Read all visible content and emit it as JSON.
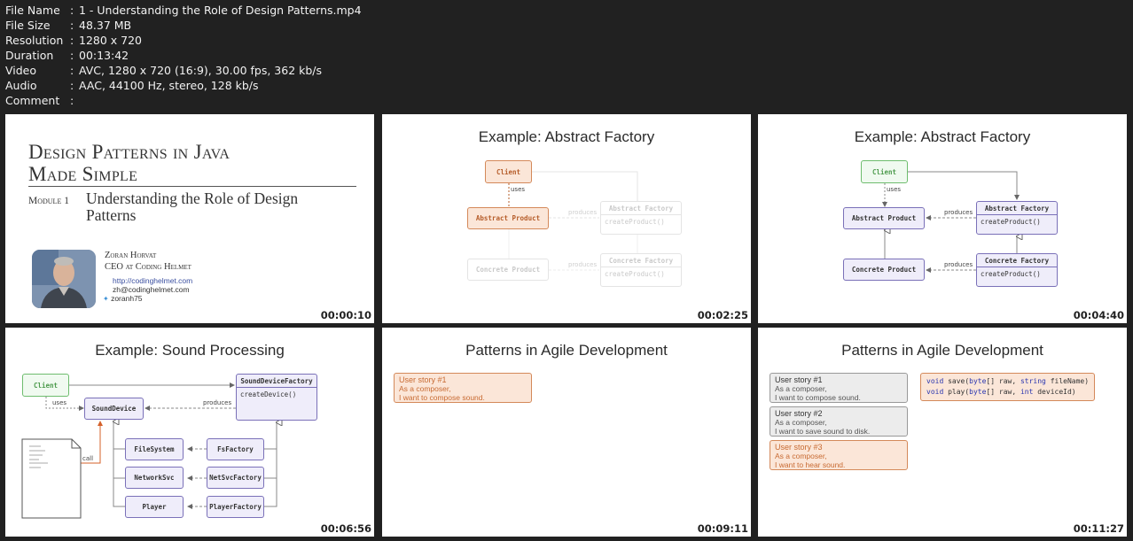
{
  "meta": [
    {
      "key": "File Name",
      "value": "1 - Understanding the Role of Design Patterns.mp4"
    },
    {
      "key": "File Size",
      "value": "48.37 MB"
    },
    {
      "key": "Resolution",
      "value": "1280 x 720"
    },
    {
      "key": "Duration",
      "value": "00:13:42"
    },
    {
      "key": "Video",
      "value": "AVC, 1280 x 720 (16:9), 30.00 fps, 362 kb/s"
    },
    {
      "key": "Audio",
      "value": "AAC, 44100 Hz, stereo, 128 kb/s"
    },
    {
      "key": "Comment",
      "value": ""
    }
  ],
  "meta_sep": ":",
  "thumbs": [
    {
      "timestamp": "00:00:10",
      "course_title_1": "Design Patterns in Java",
      "course_title_2": "Made Simple",
      "module_label": "Module 1",
      "module_title": "Understanding the Role of Design Patterns",
      "author_name": "Zoran Horvat",
      "author_role": "CEO at Coding Helmet",
      "website": "http://codinghelmet.com",
      "email": "zh@codinghelmet.com",
      "twitter": "zoranh75"
    },
    {
      "timestamp": "00:02:25",
      "title": "Example: Abstract Factory",
      "client": "Client",
      "uses": "uses",
      "abstract_product": "Abstract Product",
      "abstract_factory": "Abstract Factory",
      "create_product": "createProduct()",
      "produces": "produces",
      "concrete_product": "Concrete Product",
      "concrete_factory": "Concrete Factory"
    },
    {
      "timestamp": "00:04:40",
      "title": "Example: Abstract Factory",
      "client": "Client",
      "uses": "uses",
      "abstract_product": "Abstract Product",
      "abstract_factory": "Abstract Factory",
      "create_product": "createProduct()",
      "produces": "produces",
      "concrete_product": "Concrete Product",
      "concrete_factory": "Concrete Factory"
    },
    {
      "timestamp": "00:06:56",
      "title": "Example: Sound Processing",
      "client": "Client",
      "uses": "uses",
      "sound_device": "SoundDevice",
      "factory": "SoundDeviceFactory",
      "create_device": "createDevice()",
      "produces": "produces",
      "call": "call",
      "file_system": "FileSystem",
      "fs_factory": "FsFactory",
      "network_svc": "NetworkSvc",
      "net_svc_factory": "NetSvcFactory",
      "player": "Player",
      "player_factory": "PlayerFactory"
    },
    {
      "timestamp": "00:09:11",
      "title": "Patterns in Agile Development",
      "story1": {
        "title": "User story #1",
        "line1": "As a composer,",
        "line2": "I want to compose sound."
      }
    },
    {
      "timestamp": "00:11:27",
      "title": "Patterns in Agile Development",
      "stories": [
        {
          "title": "User story #1",
          "line1": "As a composer,",
          "line2": "I want to compose sound."
        },
        {
          "title": "User story #2",
          "line1": "As a composer,",
          "line2": "I want to save sound to disk."
        },
        {
          "title": "User story #3",
          "line1": "As a composer,",
          "line2": "I want to hear sound."
        }
      ],
      "code": {
        "l1_void": "void",
        "l1_name": " save(",
        "l1_t1": "byte",
        "l1_a1": "[] raw, ",
        "l1_t2": "string",
        "l1_a2": " fileName)",
        "l2_void": "void",
        "l2_name": " play(",
        "l2_t1": "byte",
        "l2_a1": "[] raw, ",
        "l2_t2": "int",
        "l2_a2": " deviceId)"
      }
    }
  ]
}
